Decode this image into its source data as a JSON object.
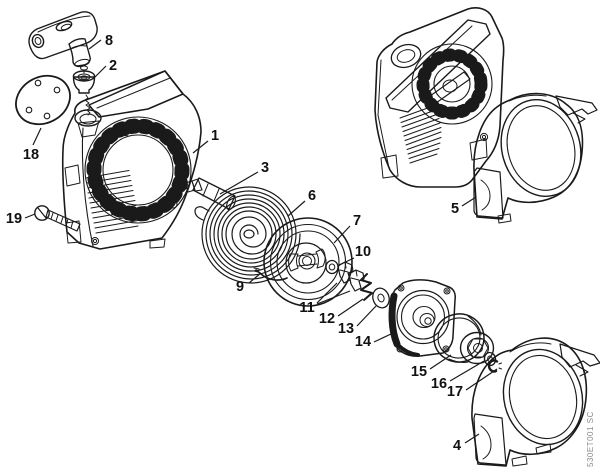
{
  "diagram": {
    "code": "530ET001 SC",
    "colors": {
      "line": "#1a1a1a",
      "background": "#ffffff",
      "code_text": "#8a8a8a"
    },
    "callouts": {
      "c1": "1",
      "c2": "2",
      "c3": "3",
      "c4": "4",
      "c5": "5",
      "c6": "6",
      "c7": "7",
      "c8": "8",
      "c9": "9",
      "c10": "10",
      "c11": "11",
      "c12": "12",
      "c13": "13",
      "c14": "14",
      "c15": "15",
      "c16": "16",
      "c17": "17",
      "c18": "18",
      "c19": "19"
    }
  }
}
